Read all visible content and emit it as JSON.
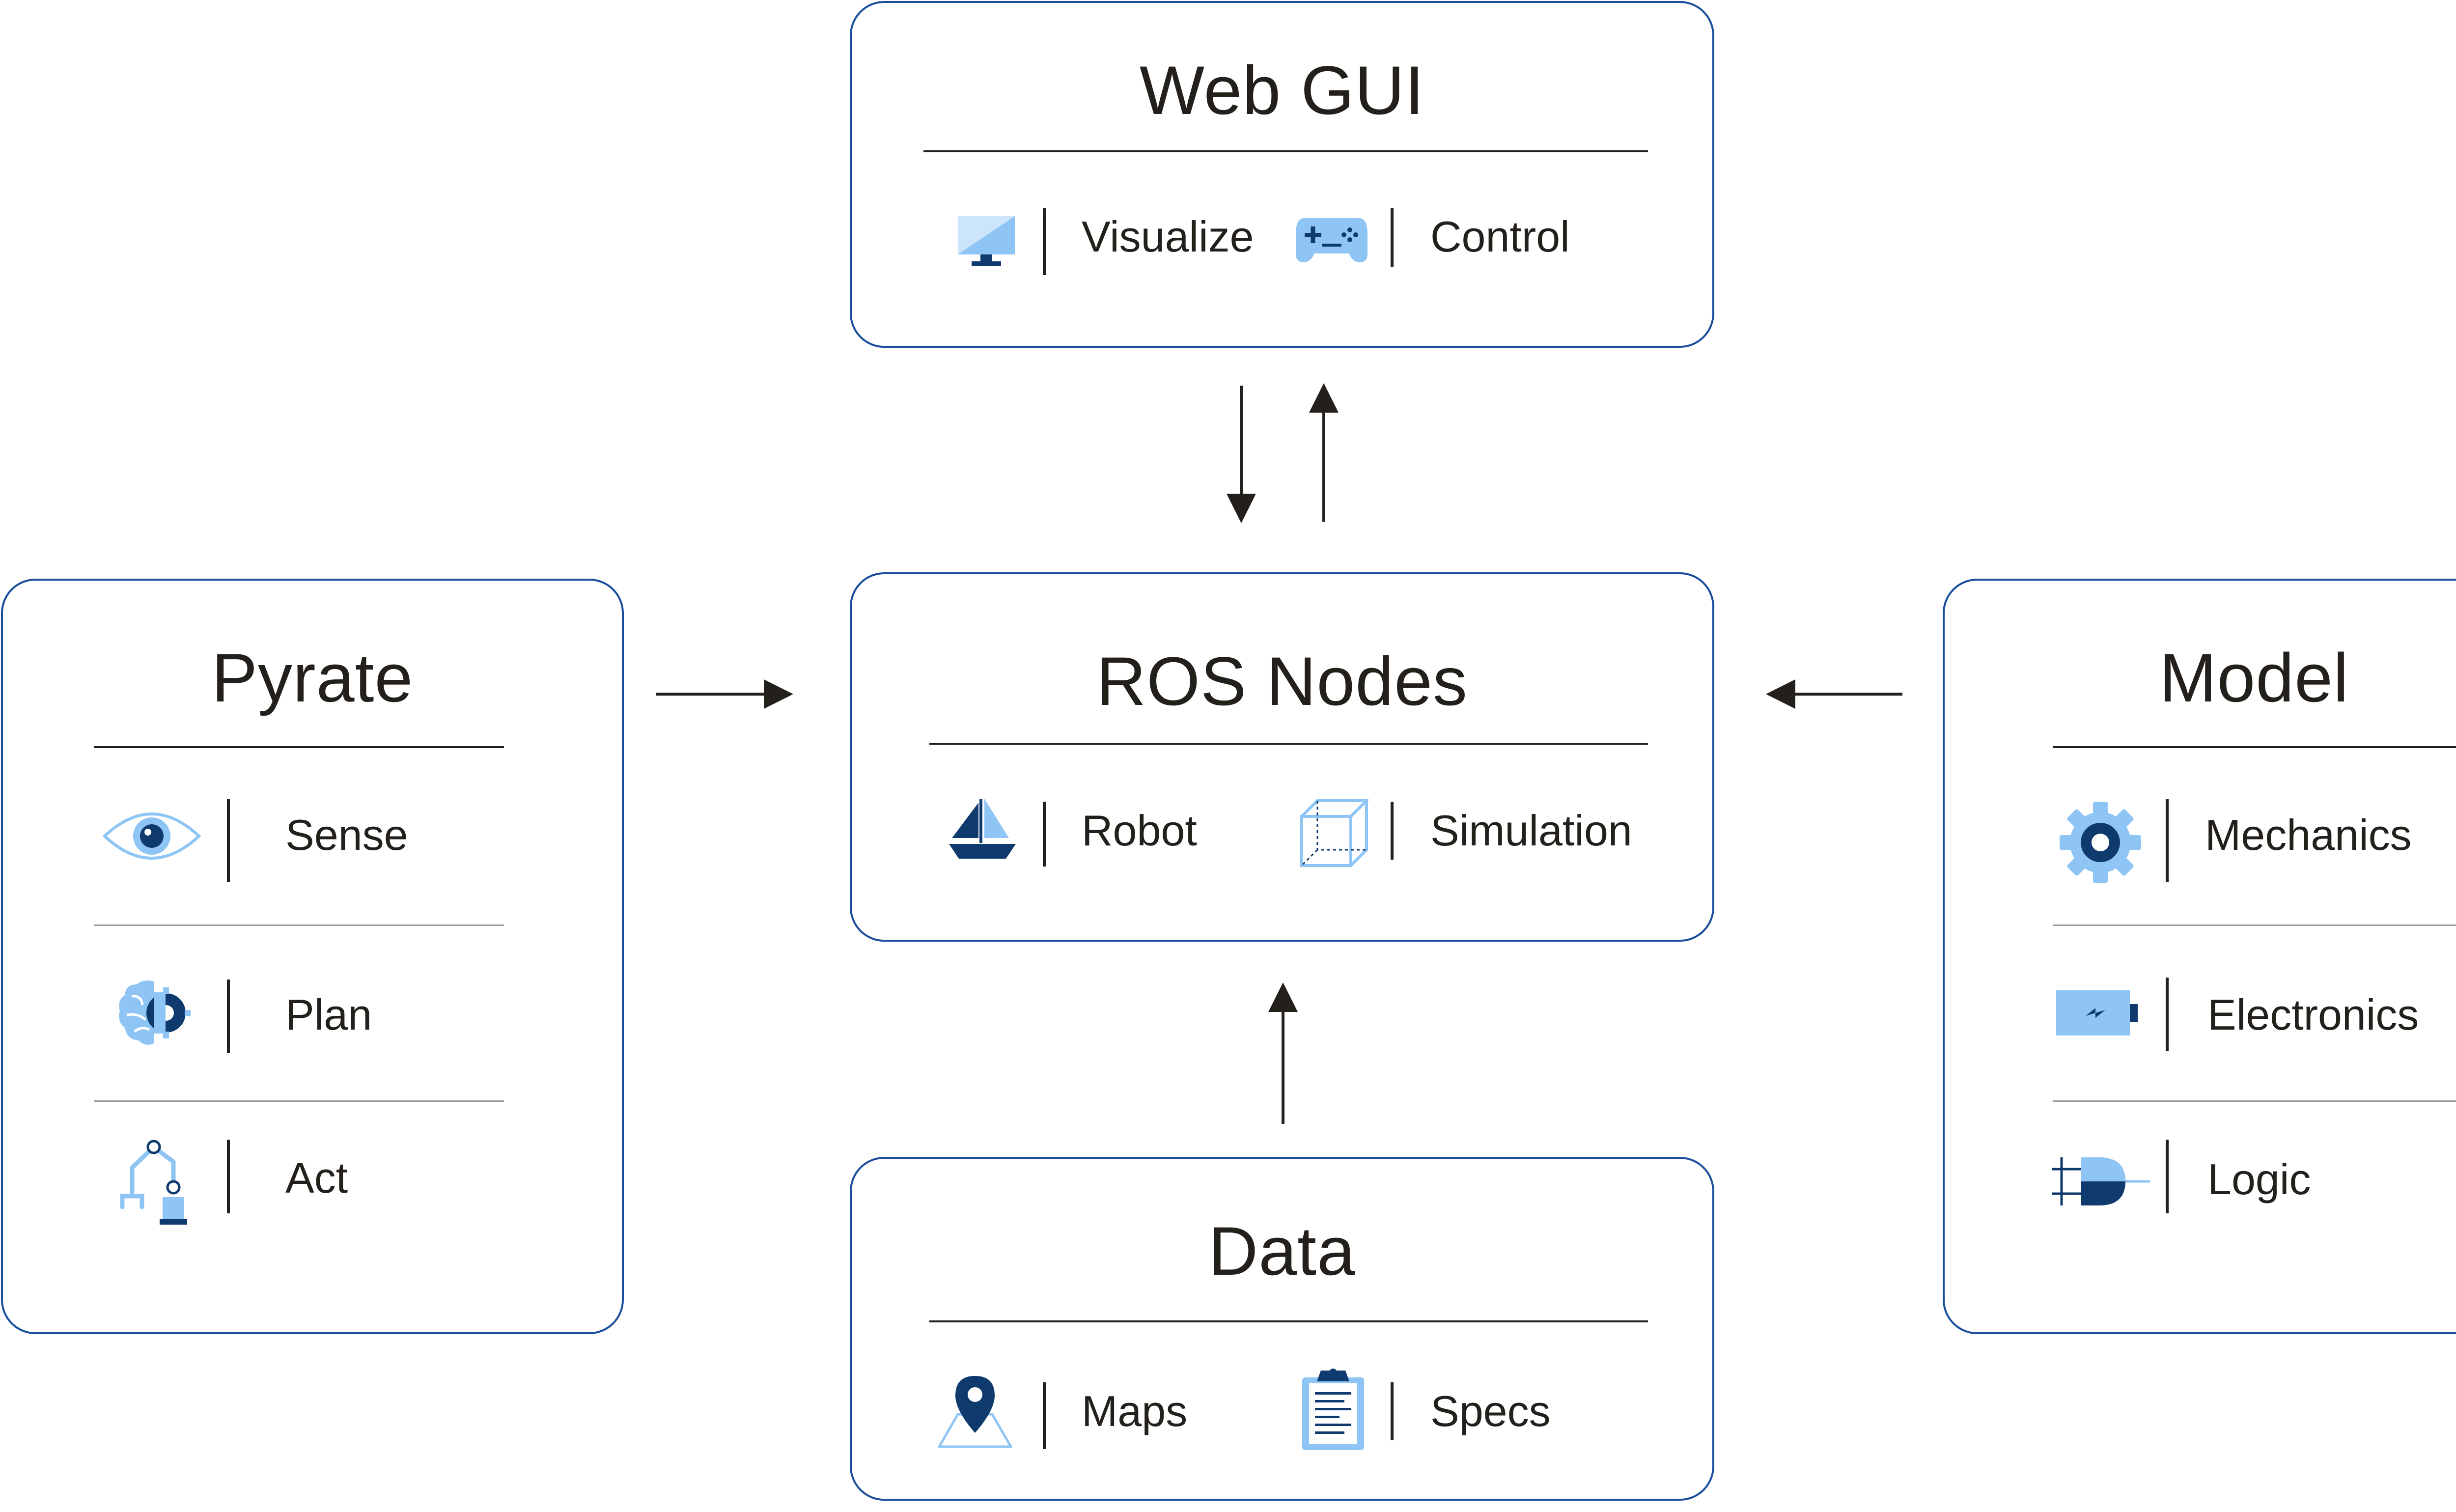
{
  "web_gui": {
    "title": "Web GUI",
    "items": [
      {
        "label": "Visualize",
        "icon": "monitor-icon"
      },
      {
        "label": "Control",
        "icon": "gamepad-icon"
      }
    ]
  },
  "ros_nodes": {
    "title": "ROS Nodes",
    "items": [
      {
        "label": "Robot",
        "icon": "sailboat-icon"
      },
      {
        "label": "Simulation",
        "icon": "cube-icon"
      }
    ]
  },
  "data": {
    "title": "Data",
    "items": [
      {
        "label": "Maps",
        "icon": "map-pin-icon"
      },
      {
        "label": "Specs",
        "icon": "clipboard-icon"
      }
    ]
  },
  "pyrate": {
    "title": "Pyrate",
    "items": [
      {
        "label": "Sense",
        "icon": "eye-icon"
      },
      {
        "label": "Plan",
        "icon": "brain-gear-icon"
      },
      {
        "label": "Act",
        "icon": "robot-arm-icon"
      }
    ]
  },
  "model": {
    "title": "Model",
    "items": [
      {
        "label": "Mechanics",
        "icon": "gear-icon"
      },
      {
        "label": "Electronics",
        "icon": "battery-icon"
      },
      {
        "label": "Logic",
        "icon": "and-gate-icon"
      }
    ]
  },
  "colors": {
    "border": "#1b4f9c",
    "icon_light": "#8ec5f5",
    "icon_dark": "#0f3a6e",
    "text": "#231f1b"
  }
}
